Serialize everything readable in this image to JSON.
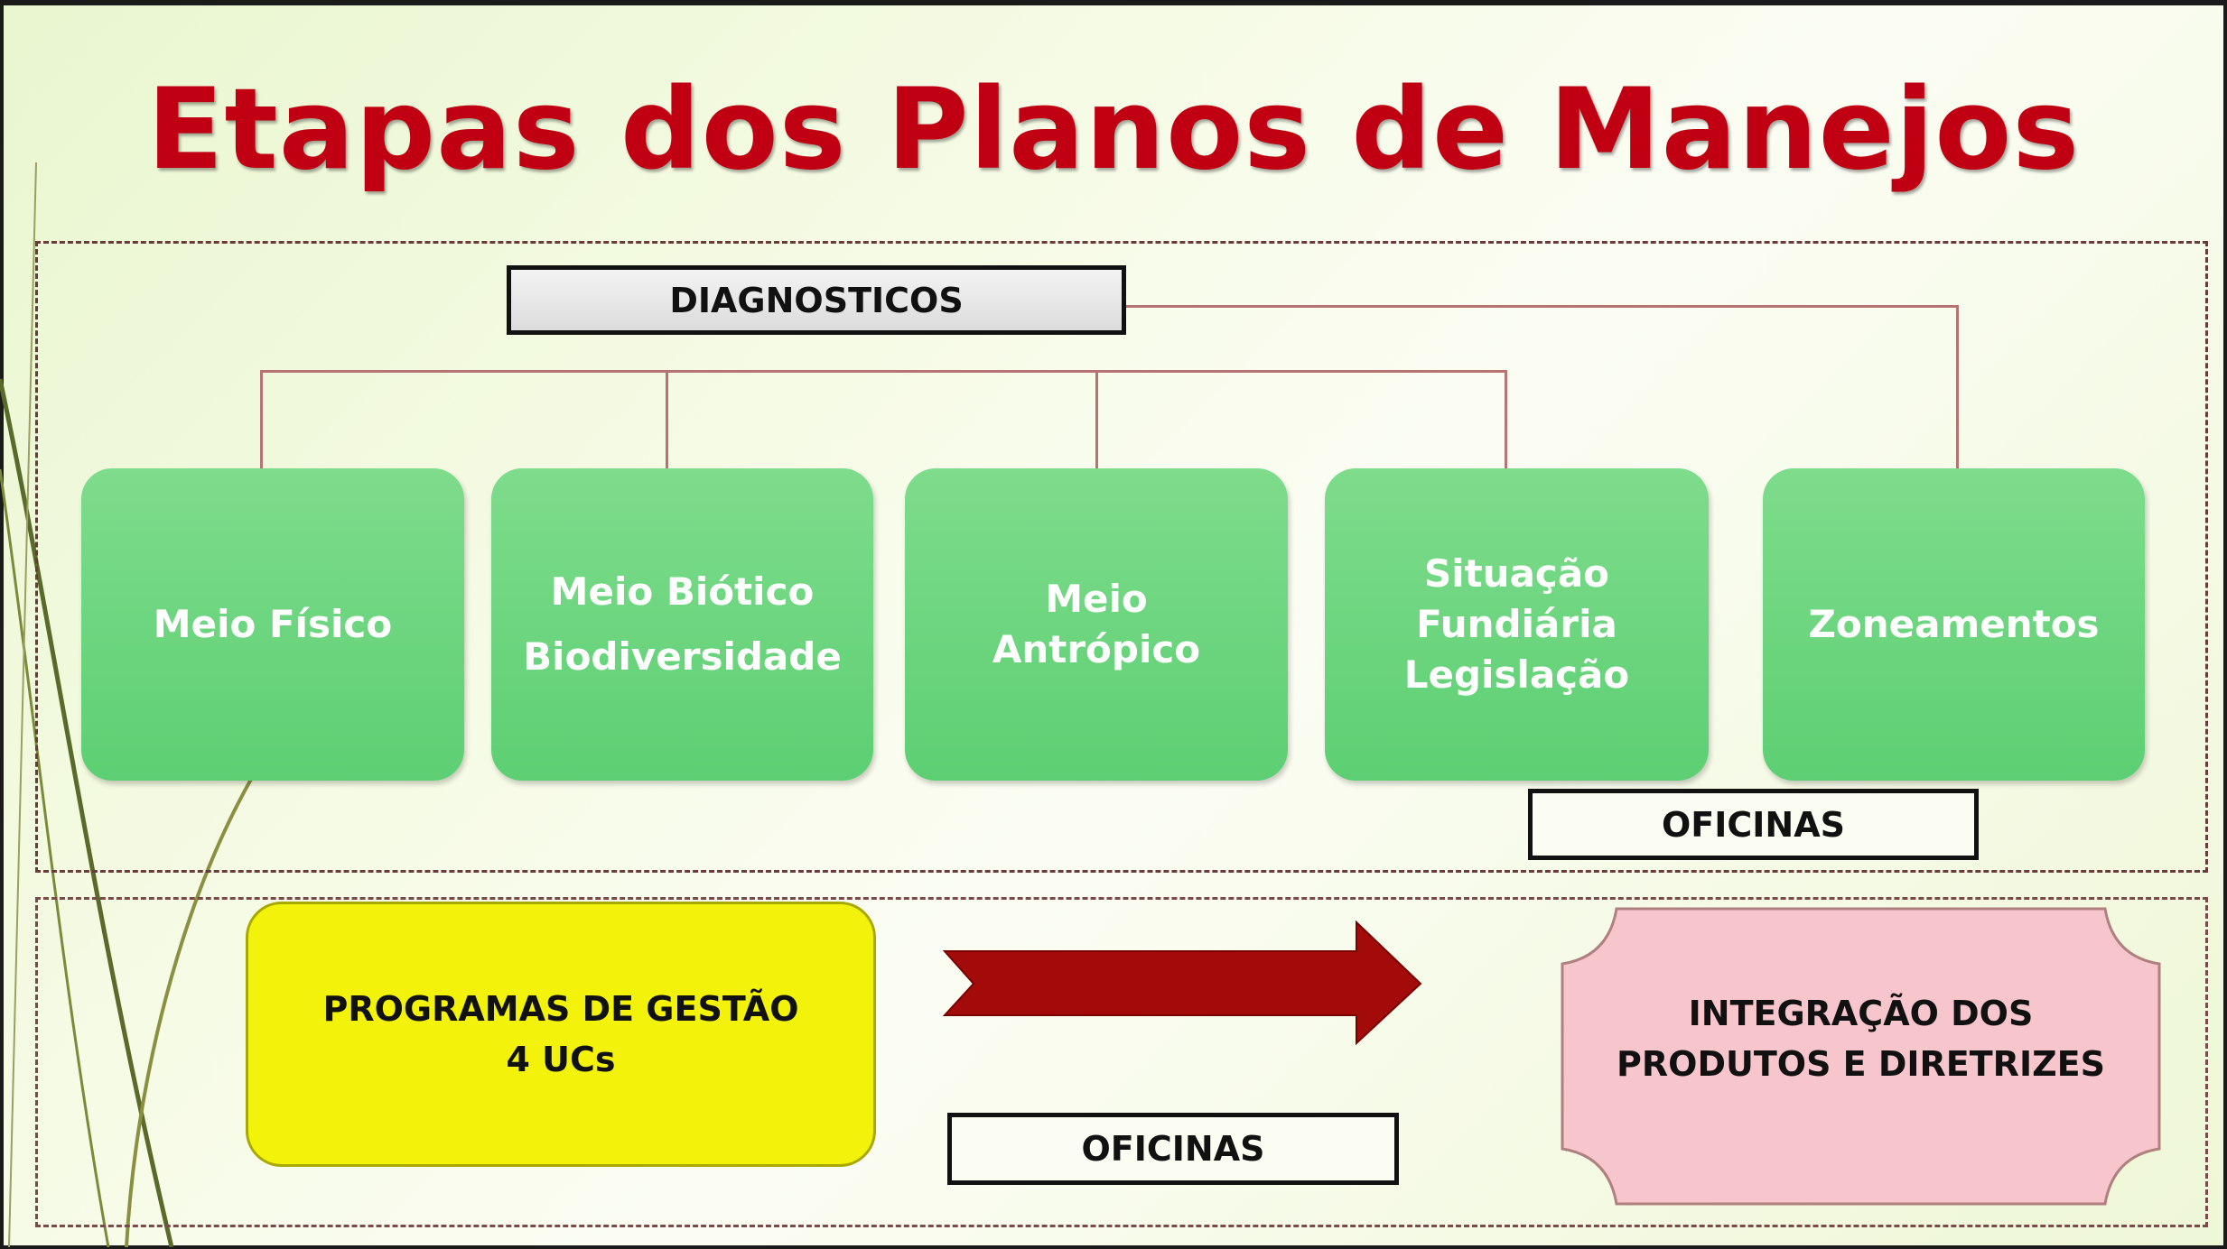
{
  "title": "Etapas dos Planos de Manejos",
  "diagnosticos": "DIAGNOSTICOS",
  "categories": [
    {
      "lines": [
        "Meio Físico"
      ]
    },
    {
      "lines": [
        "Meio Biótico",
        "Biodiversidade"
      ]
    },
    {
      "lines": [
        "Meio",
        "Antrópico"
      ]
    },
    {
      "lines": [
        "Situação",
        "Fundiária",
        "Legislação"
      ]
    },
    {
      "lines": [
        "Zoneamentos"
      ]
    }
  ],
  "oficinas_top": "OFICINAS",
  "programas": {
    "line1": "PROGRAMAS DE GESTÃO",
    "line2": "4 UCs"
  },
  "oficinas_bottom": "OFICINAS",
  "integracao": {
    "line1": "INTEGRAÇÃO DOS",
    "line2": "PRODUTOS E DIRETRIZES"
  },
  "colors": {
    "title": "#c00012",
    "green": "#6fd57f",
    "yellow": "#f2f20a",
    "pink": "#f7c5cc",
    "arrow": "#a30a0a"
  }
}
